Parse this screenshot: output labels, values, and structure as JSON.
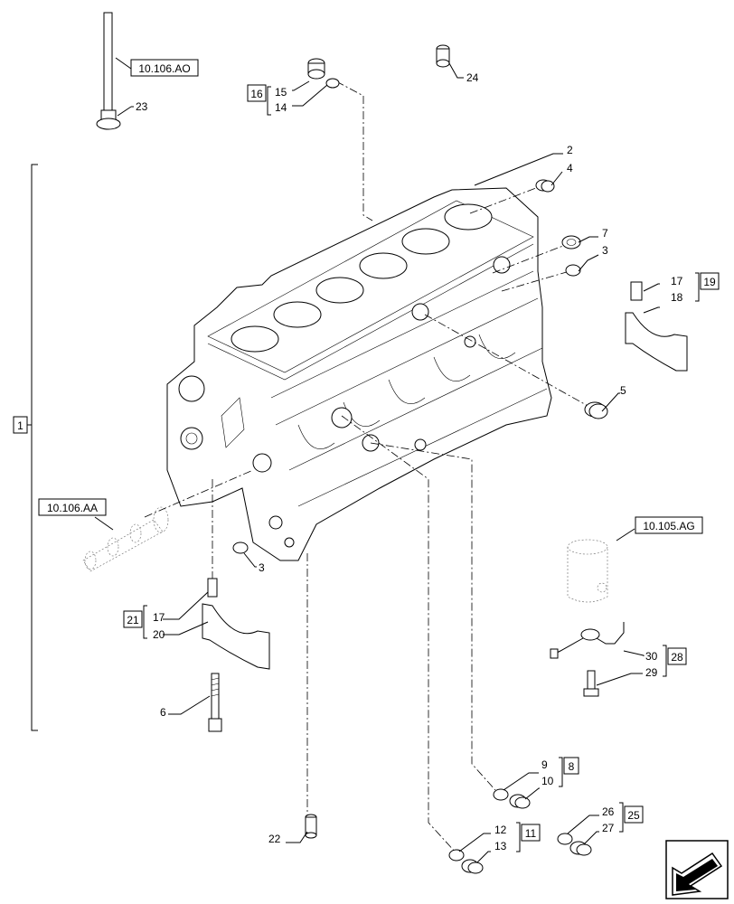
{
  "callouts": [
    {
      "id": "c2",
      "text": "2"
    },
    {
      "id": "c4",
      "text": "4"
    },
    {
      "id": "c7",
      "text": "7"
    },
    {
      "id": "c3a",
      "text": "3"
    },
    {
      "id": "c17a",
      "text": "17"
    },
    {
      "id": "c18",
      "text": "18"
    },
    {
      "id": "c5",
      "text": "5"
    },
    {
      "id": "c15",
      "text": "15"
    },
    {
      "id": "c14",
      "text": "14"
    },
    {
      "id": "c23",
      "text": "23"
    },
    {
      "id": "c24",
      "text": "24"
    },
    {
      "id": "c3b",
      "text": "3"
    },
    {
      "id": "c17b",
      "text": "17"
    },
    {
      "id": "c20",
      "text": "20"
    },
    {
      "id": "c6",
      "text": "6"
    },
    {
      "id": "c22",
      "text": "22"
    },
    {
      "id": "c30",
      "text": "30"
    },
    {
      "id": "c29",
      "text": "29"
    },
    {
      "id": "c9",
      "text": "9"
    },
    {
      "id": "c10",
      "text": "10"
    },
    {
      "id": "c12",
      "text": "12"
    },
    {
      "id": "c13",
      "text": "13"
    },
    {
      "id": "c26",
      "text": "26"
    },
    {
      "id": "c27",
      "text": "27"
    }
  ],
  "kit_boxes": [
    {
      "id": "k1",
      "text": "1"
    },
    {
      "id": "k16",
      "text": "16"
    },
    {
      "id": "k19",
      "text": "19"
    },
    {
      "id": "k21",
      "text": "21"
    },
    {
      "id": "k28",
      "text": "28"
    },
    {
      "id": "k8",
      "text": "8"
    },
    {
      "id": "k11",
      "text": "11"
    },
    {
      "id": "k25",
      "text": "25"
    }
  ],
  "references": [
    {
      "id": "r_ao",
      "text": "10.106.AO"
    },
    {
      "id": "r_aa",
      "text": "10.106.AA"
    },
    {
      "id": "r_ag",
      "text": "10.105.AG"
    }
  ]
}
